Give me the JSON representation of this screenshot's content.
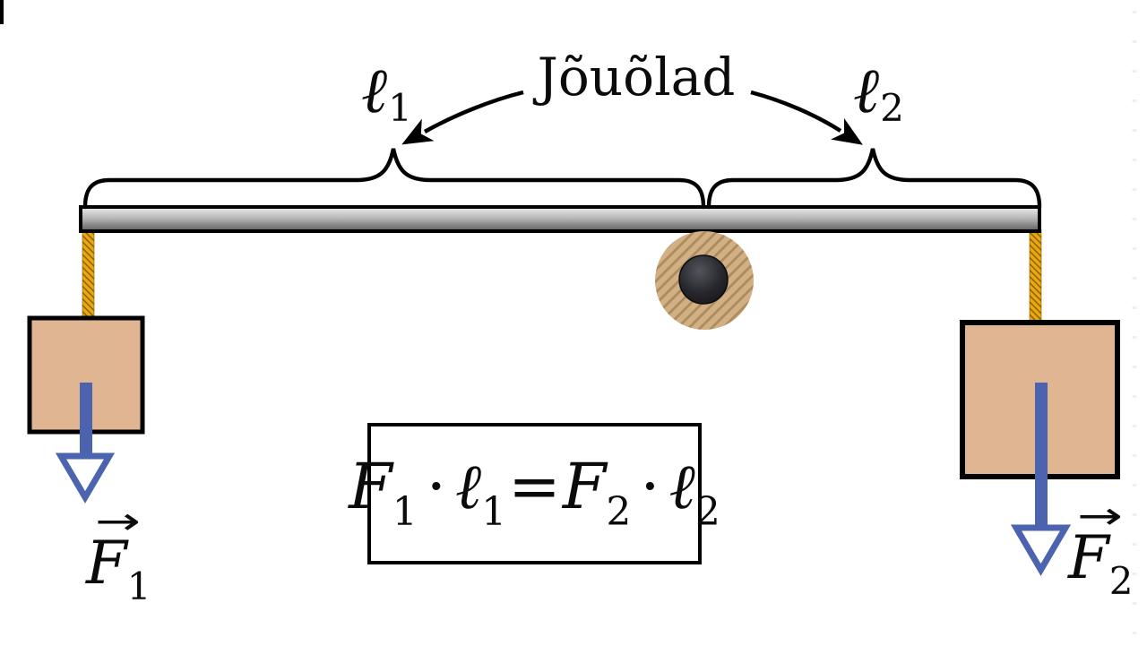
{
  "title": "Jõuõlad",
  "labels": {
    "l1": {
      "symbol": "ℓ",
      "sub": "1"
    },
    "l2": {
      "symbol": "ℓ",
      "sub": "2"
    },
    "f1": {
      "vector": "→",
      "symbol": "F",
      "sub": "1"
    },
    "f2": {
      "vector": "→",
      "symbol": "F",
      "sub": "2"
    }
  },
  "formula": {
    "f1": "F",
    "f1_sub": "1",
    "dot1": "·",
    "l1": "ℓ",
    "l1_sub": "1",
    "equals": "=",
    "f2": "F",
    "f2_sub": "2",
    "dot2": "·",
    "l2": "ℓ",
    "l2_sub": "2"
  },
  "colors": {
    "force_arrow": "#4c63af",
    "box_fill": "#dfb592",
    "rope_base": "#eda90c",
    "rope_hatch": "#8a6400",
    "wood_base": "#d2b084",
    "wood_stripe": "#aa8c5f",
    "bar_light": "#e9e9e9",
    "bar_dark": "#646464",
    "axle_dark": "#17171c",
    "outline": "#000000"
  }
}
